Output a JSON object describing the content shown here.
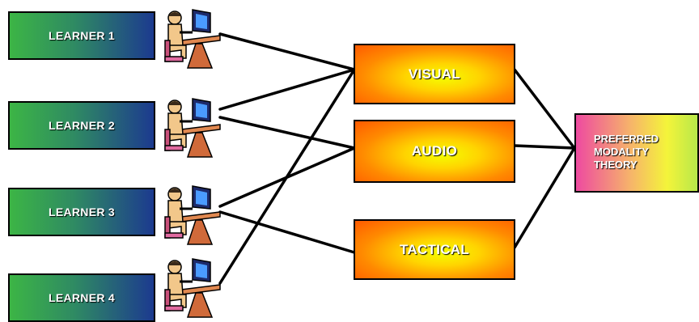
{
  "learners": [
    {
      "label": "LEARNER 1"
    },
    {
      "label": "LEARNER 2"
    },
    {
      "label": "LEARNER 3"
    },
    {
      "label": "LEARNER 4"
    }
  ],
  "modalities": [
    {
      "label": "VISUAL"
    },
    {
      "label": "AUDIO"
    },
    {
      "label": "TACTICAL"
    }
  ],
  "theory": {
    "line1": "PREFERRED",
    "line2": "MODALITY",
    "line3": "THEORY"
  },
  "connections": [
    {
      "from": "LEARNER 1",
      "to": "VISUAL"
    },
    {
      "from": "LEARNER 2",
      "to": "VISUAL"
    },
    {
      "from": "LEARNER 2",
      "to": "AUDIO"
    },
    {
      "from": "LEARNER 3",
      "to": "AUDIO"
    },
    {
      "from": "LEARNER 3",
      "to": "TACTICAL"
    },
    {
      "from": "LEARNER 4",
      "to": "VISUAL"
    },
    {
      "from": "VISUAL",
      "to": "PREFERRED MODALITY THEORY"
    },
    {
      "from": "AUDIO",
      "to": "PREFERRED MODALITY THEORY"
    },
    {
      "from": "TACTICAL",
      "to": "PREFERRED MODALITY THEORY"
    }
  ]
}
